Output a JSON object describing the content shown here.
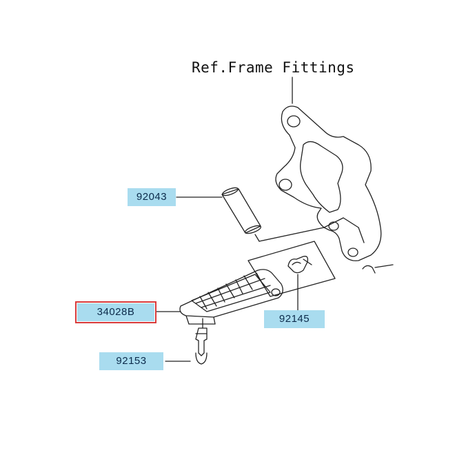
{
  "diagram": {
    "reference_note": "Ref.Frame Fittings",
    "parts": [
      {
        "number": "92043",
        "selected": false
      },
      {
        "number": "34028B",
        "selected": true
      },
      {
        "number": "92145",
        "selected": false
      },
      {
        "number": "92153",
        "selected": false
      }
    ]
  }
}
